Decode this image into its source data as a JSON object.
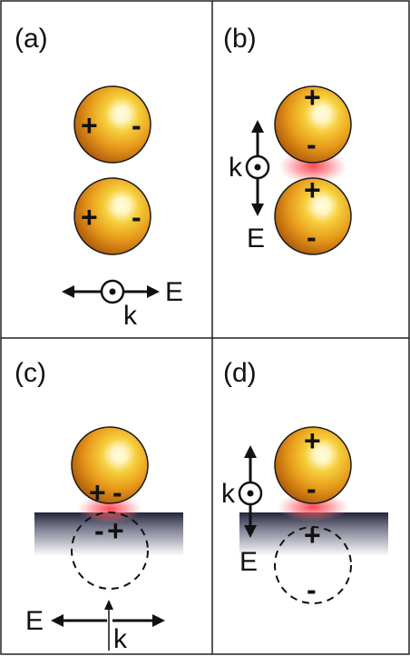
{
  "panels": {
    "a": {
      "label": "(a)",
      "plus": "+",
      "minus": "-",
      "field": "E",
      "wave": "k"
    },
    "b": {
      "label": "(b)",
      "plus": "+",
      "minus": "-",
      "field": "E",
      "wave": "k"
    },
    "c": {
      "label": "(c)",
      "plus": "+",
      "minus": "-",
      "field": "E",
      "wave": "k"
    },
    "d": {
      "label": "(d)",
      "plus": "+",
      "minus": "-",
      "field": "E",
      "wave": "k"
    }
  },
  "colors": {
    "sphere_highlight": "#fffbe0",
    "sphere_mid": "#f2b21a",
    "sphere_edge": "#b35a07",
    "hotspot": "#ff3b4a",
    "substrate_top": "#2b2d45",
    "substrate_bottom": "#ffffff",
    "ink": "#111111"
  }
}
